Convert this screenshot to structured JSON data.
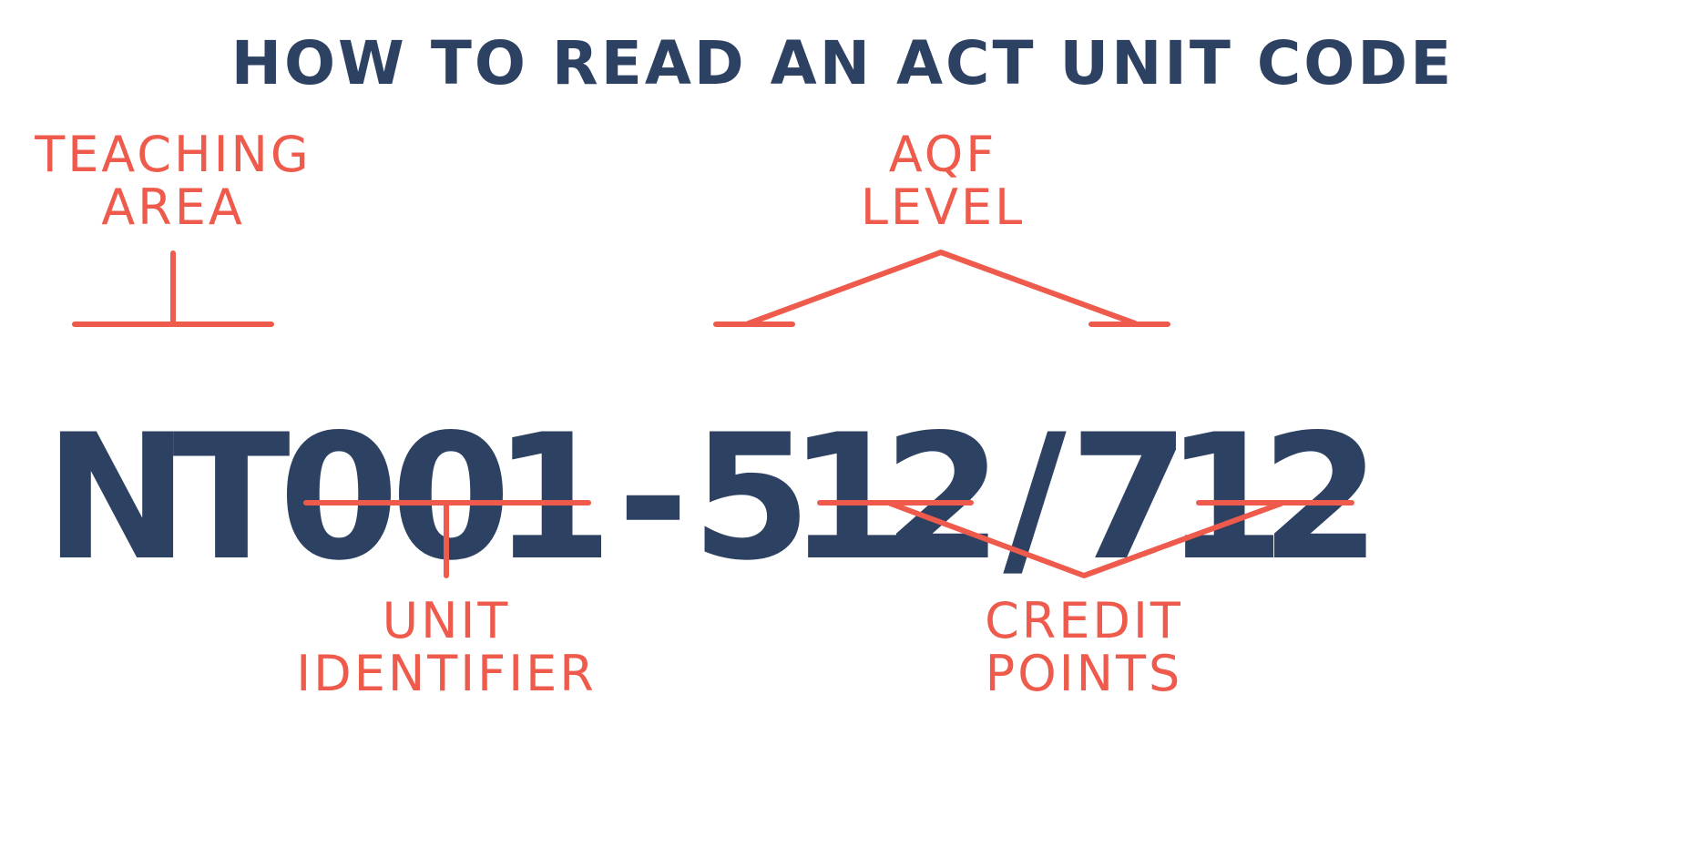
{
  "title": "HOW TO READ AN ACT UNIT CODE",
  "code": {
    "segments": [
      "N",
      "T",
      "0",
      "0",
      "1",
      "-",
      "5",
      "1",
      "2",
      "/",
      "7",
      "1",
      "2"
    ]
  },
  "labels": {
    "teaching_area": {
      "line1": "TEACHING",
      "line2": "AREA"
    },
    "aqf_level": {
      "line1": "AQF",
      "line2": "LEVEL"
    },
    "unit_identifier": {
      "line1": "UNIT",
      "line2": "IDENTIFIER"
    },
    "credit_points": {
      "line1": "CREDIT",
      "line2": "POINTS"
    }
  },
  "colors": {
    "title": "#2d4163",
    "code": "#2d4163",
    "accent": "#ee5a4b",
    "background": "#ffffff"
  }
}
